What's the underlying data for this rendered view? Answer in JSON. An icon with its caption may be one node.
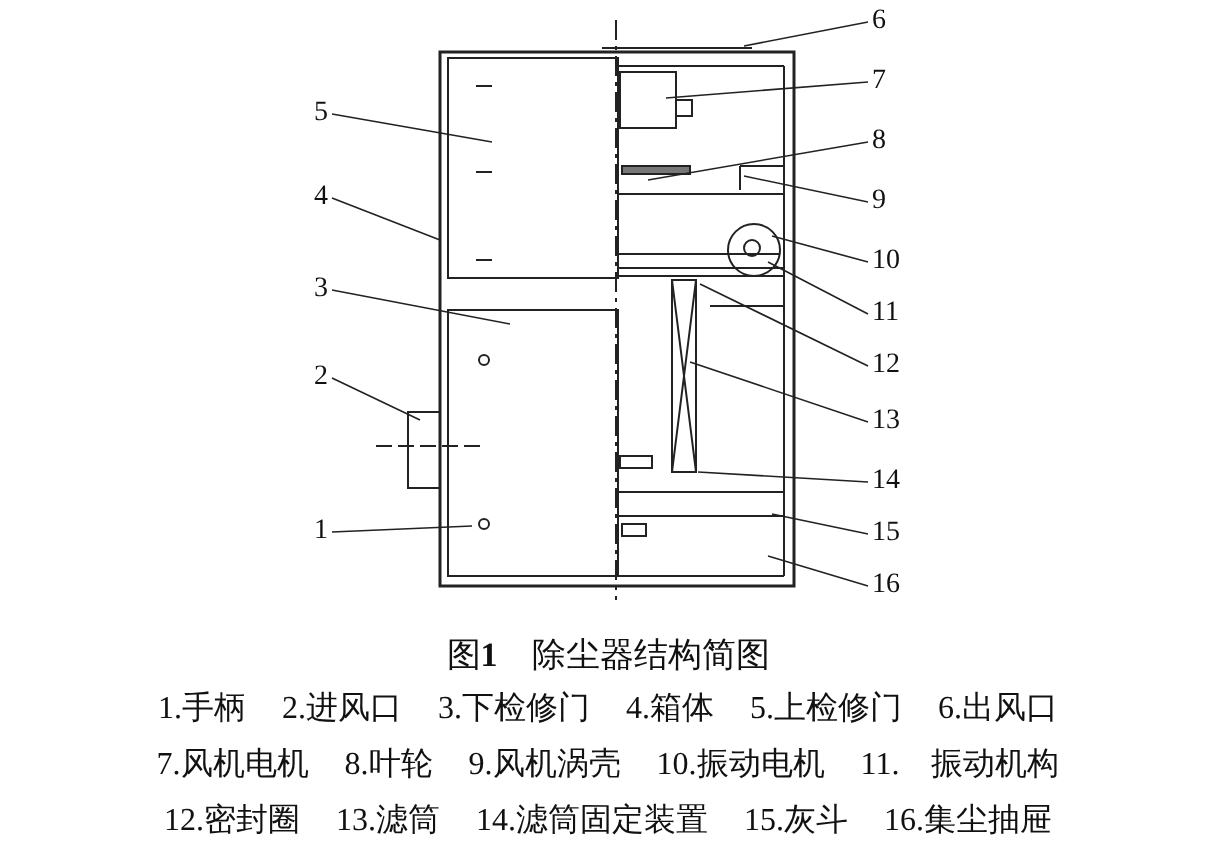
{
  "diagram": {
    "caption": "图**1**　除尘器结构简图",
    "nodes": [
      {
        "text": [
          "1"
        ]
      },
      {
        "text": [
          "2"
        ]
      },
      {
        "text": [
          "3"
        ]
      },
      {
        "text": [
          "4"
        ]
      },
      {
        "text": [
          "5"
        ]
      },
      {
        "text": [
          "6"
        ]
      },
      {
        "text": [
          "7"
        ]
      },
      {
        "text": [
          "8"
        ]
      },
      {
        "text": [
          "9"
        ]
      },
      {
        "text": [
          "10"
        ]
      },
      {
        "text": [
          "11"
        ]
      },
      {
        "text": [
          "12"
        ]
      },
      {
        "text": [
          "13"
        ]
      },
      {
        "text": [
          "14"
        ]
      },
      {
        "text": [
          "15"
        ]
      },
      {
        "text": [
          "16"
        ]
      }
    ],
    "edges": [
      {
        "from": 0,
        "to": null,
        "arrow": "none"
      },
      {
        "from": 1,
        "to": null,
        "arrow": "none"
      },
      {
        "from": 2,
        "to": null,
        "arrow": "none"
      },
      {
        "from": 3,
        "to": null,
        "arrow": "none"
      },
      {
        "from": 4,
        "to": null,
        "arrow": "none"
      },
      {
        "from": 5,
        "to": null,
        "arrow": "none"
      },
      {
        "from": 6,
        "to": null,
        "arrow": "none"
      },
      {
        "from": 7,
        "to": null,
        "arrow": "none"
      },
      {
        "from": 8,
        "to": null,
        "arrow": "none"
      },
      {
        "from": 9,
        "to": null,
        "arrow": "none"
      },
      {
        "from": 10,
        "to": null,
        "arrow": "none"
      },
      {
        "from": 11,
        "to": null,
        "arrow": "none"
      },
      {
        "from": 12,
        "to": null,
        "arrow": "none"
      },
      {
        "from": 13,
        "to": null,
        "arrow": "none"
      },
      {
        "from": 14,
        "to": null,
        "arrow": "none"
      },
      {
        "from": 15,
        "to": null,
        "arrow": "none"
      }
    ],
    "labels": [
      "1.手柄",
      "2.进风口",
      "3.下检修门",
      "4.箱体",
      "5.上检修门",
      "6.出风口",
      "7.风机电机",
      "8.叶轮",
      "9.风机涡壳",
      "10.振动电机",
      "11.　振动机构",
      "12.密封圈",
      "13.滤筒",
      "14.滤筒固定装置",
      "15.灰斗",
      "16.集尘抽屉"
    ]
  }
}
